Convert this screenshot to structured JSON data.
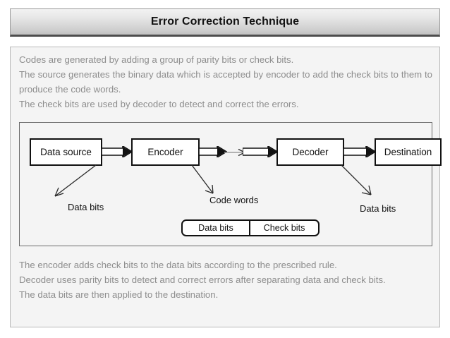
{
  "title": {
    "text": "Error Correction Technique"
  },
  "top_paragraph": {
    "line1": "Codes are generated by adding a group of parity bits or check bits.",
    "line2": "The source generates the binary data which is accepted by encoder to add the check bits to them to produce the code words.",
    "line3": "The check bits are used by decoder to detect and correct the errors."
  },
  "bottom_paragraph": {
    "line1": "The encoder adds check bits to the data bits according to the prescribed rule.",
    "line2": "Decoder uses parity bits to detect and correct errors after separating data and check bits.",
    "line3": "The data bits are then applied to the destination."
  },
  "diagram": {
    "nodes": [
      {
        "id": "data-source",
        "label": "Data source"
      },
      {
        "id": "encoder",
        "label": "Encoder"
      },
      {
        "id": "decoder",
        "label": "Decoder"
      },
      {
        "id": "destination",
        "label": "Destination"
      }
    ],
    "callouts": [
      {
        "id": "data-bits-source",
        "label": "Data bits"
      },
      {
        "id": "code-words",
        "label": "Code words"
      },
      {
        "id": "data-bits-destination",
        "label": "Data bits"
      }
    ],
    "codeword_frame": {
      "data_cell": "Data bits",
      "check_cell": "Check bits"
    }
  },
  "colors": {
    "page_background": "#ffffff",
    "panel_background": "#f4f4f4",
    "panel_border": "#b8b8b8",
    "title_border": "#9a9a9a",
    "title_underline": "#4d4d4d",
    "body_text": "#8d8d8d",
    "diagram_stroke": "#111111",
    "thin_arrow": "#999999"
  }
}
